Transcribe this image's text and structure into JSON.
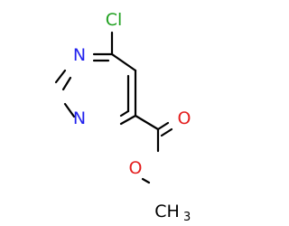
{
  "molecule": {
    "atoms": {
      "cl": "Cl",
      "n_top": "N",
      "n_bottom": "N",
      "o_carbonyl": "O",
      "o_ester": "O",
      "methyl": "CH",
      "methyl_subscript": "3"
    },
    "colors": {
      "bond": "#000000",
      "chlorine": "#1fa01f",
      "nitrogen": "#2222ee",
      "oxygen": "#e41e1e",
      "carbon": "#000000"
    }
  }
}
